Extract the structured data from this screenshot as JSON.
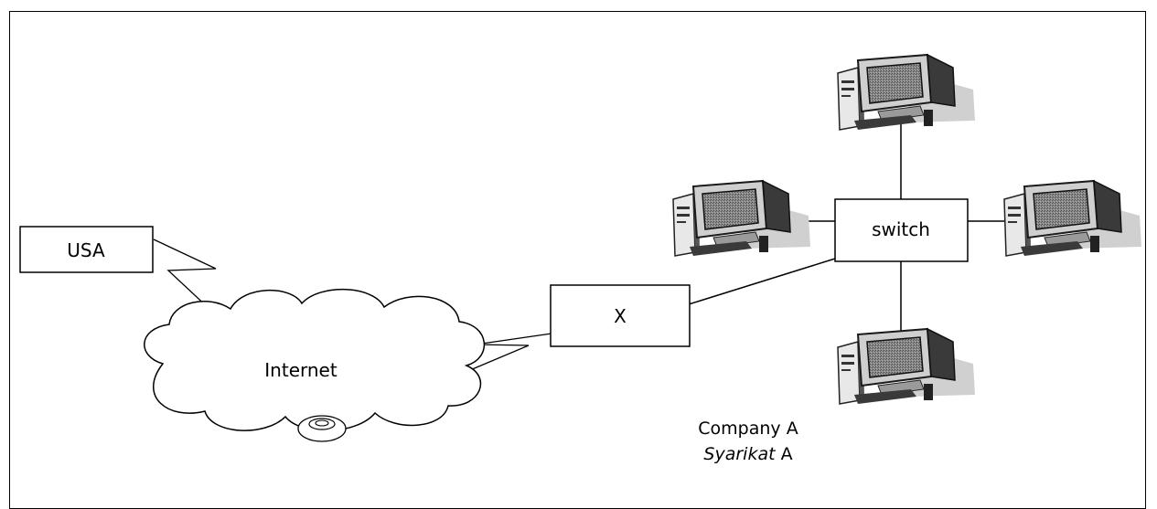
{
  "nodes": {
    "usa": "USA",
    "internet": "Internet",
    "x": "X",
    "switch": "switch"
  },
  "caption": {
    "line1": "Company A",
    "line2_italic": "Syarikat",
    "line2_rest": " A"
  },
  "icons": [
    "computer-icon",
    "cloud-icon",
    "lightning-link-icon"
  ]
}
